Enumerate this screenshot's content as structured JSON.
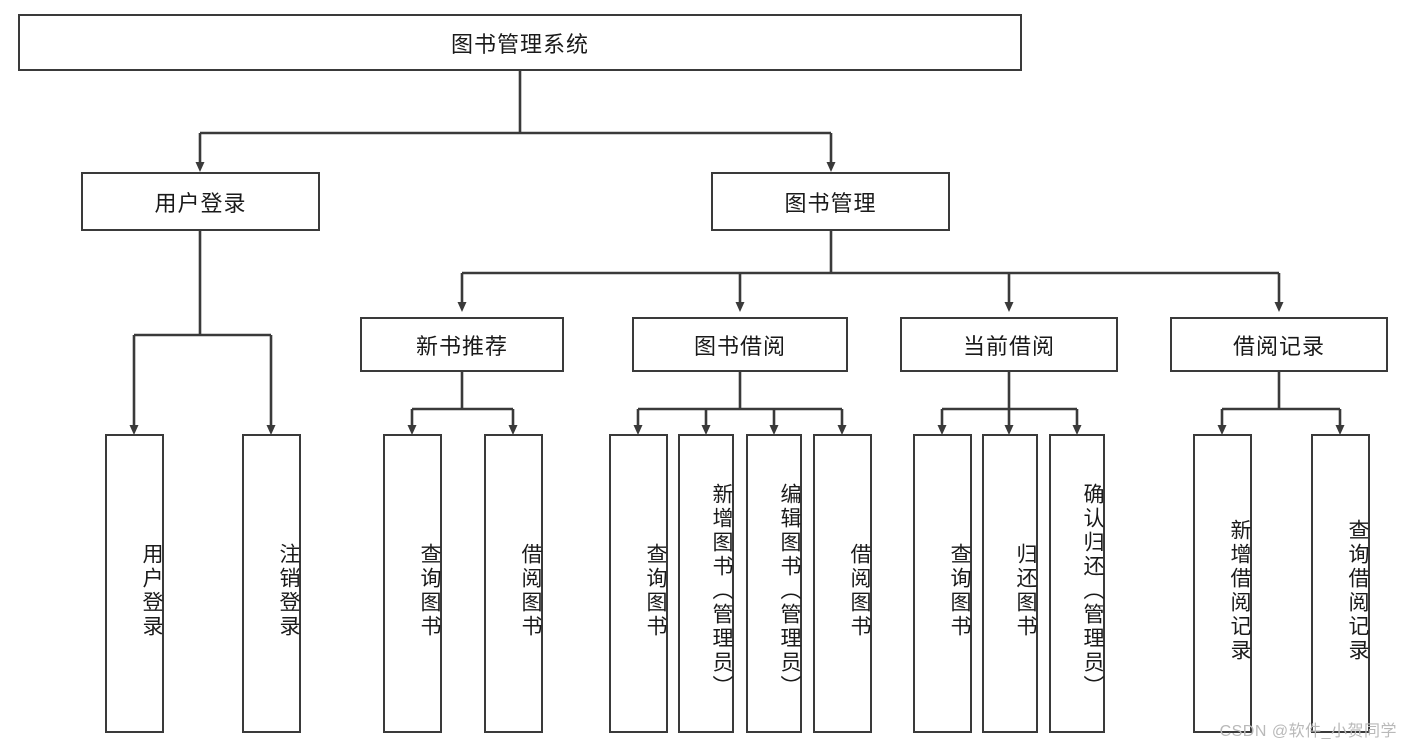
{
  "diagram": {
    "title": "图书管理系统",
    "watermark": "CSDN @软件_小贺同学",
    "stroke_color": "#3a3a3a",
    "text_color": "#1a1a1a",
    "background": "#ffffff",
    "root": {
      "label": "图书管理系统"
    },
    "level2": [
      {
        "label": "用户登录"
      },
      {
        "label": "图书管理"
      }
    ],
    "level3": [
      {
        "label": "新书推荐"
      },
      {
        "label": "图书借阅"
      },
      {
        "label": "当前借阅"
      },
      {
        "label": "借阅记录"
      }
    ],
    "leaves": {
      "user_login": [
        {
          "label": "用户登录"
        },
        {
          "label": "注销登录"
        }
      ],
      "new_book_recommend": [
        {
          "label": "查询图书"
        },
        {
          "label": "借阅图书"
        }
      ],
      "book_borrow": [
        {
          "label": "查询图书"
        },
        {
          "label": "新增图书（管理员）"
        },
        {
          "label": "编辑图书（管理员）"
        },
        {
          "label": "借阅图书"
        }
      ],
      "current_borrow": [
        {
          "label": "查询图书"
        },
        {
          "label": "归还图书"
        },
        {
          "label": "确认归还（管理员）"
        }
      ],
      "borrow_record": [
        {
          "label": "新增借阅记录"
        },
        {
          "label": "查询借阅记录"
        }
      ]
    }
  },
  "chart_data": {
    "type": "diagram",
    "title": "图书管理系统",
    "orientation": "top-down-tree",
    "nodes": [
      {
        "id": "root",
        "label": "图书管理系统",
        "level": 0
      },
      {
        "id": "user_login",
        "label": "用户登录",
        "level": 1
      },
      {
        "id": "book_mgmt",
        "label": "图书管理",
        "level": 1
      },
      {
        "id": "login_do",
        "label": "用户登录",
        "level": 2
      },
      {
        "id": "logout_do",
        "label": "注销登录",
        "level": 2
      },
      {
        "id": "new_book",
        "label": "新书推荐",
        "level": 2
      },
      {
        "id": "book_borrow",
        "label": "图书借阅",
        "level": 2
      },
      {
        "id": "current_borrow",
        "label": "当前借阅",
        "level": 2
      },
      {
        "id": "borrow_record",
        "label": "借阅记录",
        "level": 2
      },
      {
        "id": "nb_query",
        "label": "查询图书",
        "level": 3
      },
      {
        "id": "nb_borrow",
        "label": "借阅图书",
        "level": 3
      },
      {
        "id": "bb_query",
        "label": "查询图书",
        "level": 3
      },
      {
        "id": "bb_add",
        "label": "新增图书（管理员）",
        "level": 3
      },
      {
        "id": "bb_edit",
        "label": "编辑图书（管理员）",
        "level": 3
      },
      {
        "id": "bb_borrow",
        "label": "借阅图书",
        "level": 3
      },
      {
        "id": "cb_query",
        "label": "查询图书",
        "level": 3
      },
      {
        "id": "cb_return",
        "label": "归还图书",
        "level": 3
      },
      {
        "id": "cb_confirm",
        "label": "确认归还（管理员）",
        "level": 3
      },
      {
        "id": "br_add",
        "label": "新增借阅记录",
        "level": 3
      },
      {
        "id": "br_query",
        "label": "查询借阅记录",
        "level": 3
      }
    ],
    "edges": [
      {
        "from": "root",
        "to": "user_login"
      },
      {
        "from": "root",
        "to": "book_mgmt"
      },
      {
        "from": "user_login",
        "to": "login_do"
      },
      {
        "from": "user_login",
        "to": "logout_do"
      },
      {
        "from": "book_mgmt",
        "to": "new_book"
      },
      {
        "from": "book_mgmt",
        "to": "book_borrow"
      },
      {
        "from": "book_mgmt",
        "to": "current_borrow"
      },
      {
        "from": "book_mgmt",
        "to": "borrow_record"
      },
      {
        "from": "new_book",
        "to": "nb_query"
      },
      {
        "from": "new_book",
        "to": "nb_borrow"
      },
      {
        "from": "book_borrow",
        "to": "bb_query"
      },
      {
        "from": "book_borrow",
        "to": "bb_add"
      },
      {
        "from": "book_borrow",
        "to": "bb_edit"
      },
      {
        "from": "book_borrow",
        "to": "bb_borrow"
      },
      {
        "from": "current_borrow",
        "to": "cb_query"
      },
      {
        "from": "current_borrow",
        "to": "cb_return"
      },
      {
        "from": "current_borrow",
        "to": "cb_confirm"
      },
      {
        "from": "borrow_record",
        "to": "br_add"
      },
      {
        "from": "borrow_record",
        "to": "br_query"
      }
    ]
  }
}
